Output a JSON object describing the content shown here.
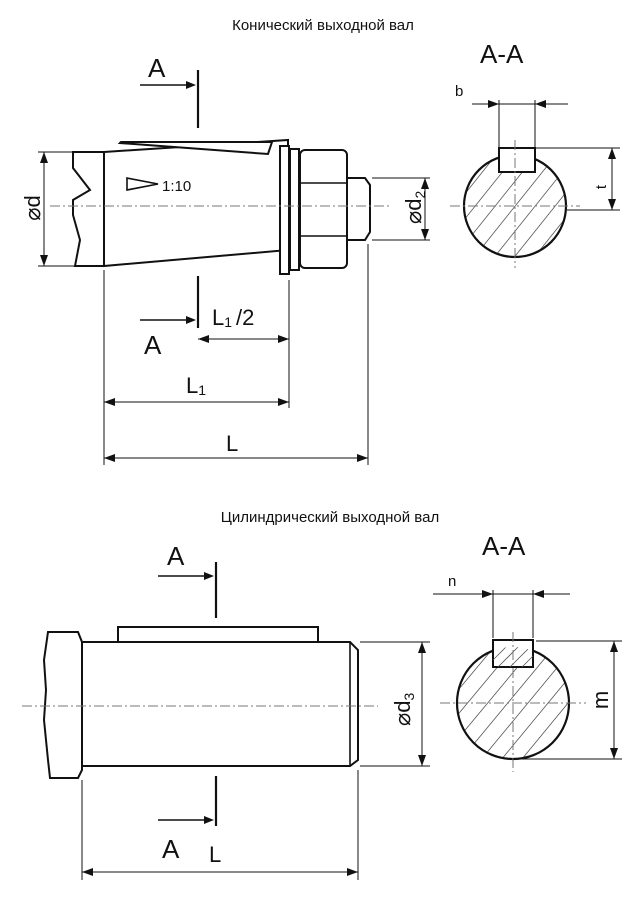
{
  "conical": {
    "title": "Конический выходной вал",
    "section_title": "A-A",
    "cut_top": "A",
    "cut_bottom": "A",
    "taper": "1:10",
    "dim_d": "⌀d",
    "dim_d2_main": "⌀d",
    "dim_d2_sub": "2",
    "dim_b": "b",
    "dim_t": "t",
    "dim_L1_half_main": "L",
    "dim_L1_half_sub": "1",
    "dim_L1_half_suffix": "/2",
    "dim_L1_main": "L",
    "dim_L1_sub": "1",
    "dim_L": "L"
  },
  "cylindrical": {
    "title": "Цилиндрический выходной вал",
    "section_title": "A-A",
    "cut_top": "A",
    "cut_bottom": "A",
    "dim_d3_main": "⌀d",
    "dim_d3_sub": "3",
    "dim_n": "n",
    "dim_m": "m",
    "dim_L": "L"
  }
}
